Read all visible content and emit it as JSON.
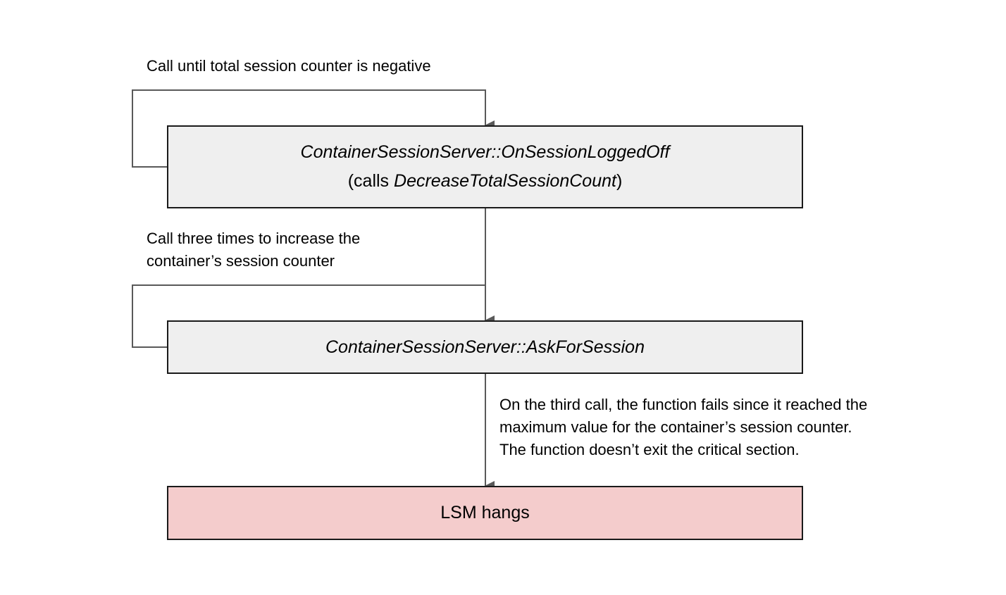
{
  "notes": {
    "loop_top": "Call until total session counter is negative",
    "loop_middle": [
      "Call three times to increase the",
      "container’s session counter"
    ],
    "failure": [
      "On the third call, the function fails since it reached the",
      "maximum value for the container’s session counter.",
      "The function doesn’t exit the critical section."
    ]
  },
  "boxes": {
    "logged_off": {
      "function": "ContainerSessionServer::OnSessionLoggedOff",
      "calls_prefix": "(calls ",
      "calls_function": "DecreaseTotalSessionCount",
      "calls_suffix": ")"
    },
    "ask_for_session": {
      "function": "ContainerSessionServer::AskForSession"
    },
    "hang": {
      "label": "LSM hangs"
    }
  },
  "colors": {
    "box_fill": "#efefef",
    "hang_fill": "#f4cccc",
    "border": "#1a1a1a",
    "connector": "#595959"
  }
}
